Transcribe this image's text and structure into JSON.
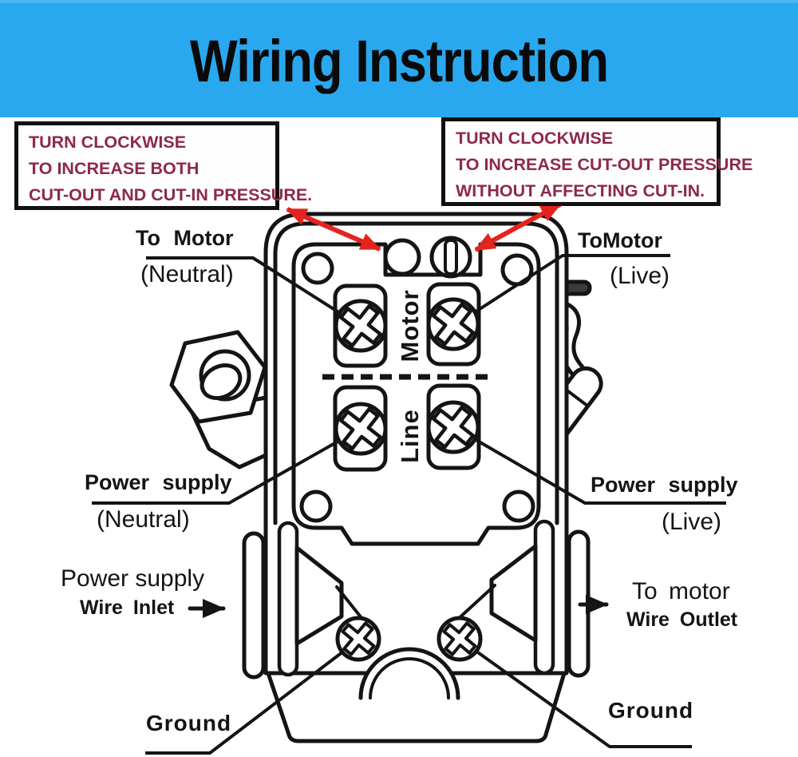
{
  "header": {
    "title": "Wiring Instruction",
    "bg_color": "#29a8ef",
    "text_color": "#0a0a0a"
  },
  "notes": {
    "text_color": "#8e2947",
    "left": {
      "lines": [
        "TURN CLOCKWISE",
        "TO INCREASE BOTH",
        "CUT-OUT AND CUT-IN PRESSURE."
      ]
    },
    "right": {
      "lines": [
        "TURN CLOCKWISE",
        "TO INCREASE CUT-OUT PRESSURE",
        "WITHOUT AFFECTING CUT-IN."
      ]
    }
  },
  "diagram": {
    "colors": {
      "line": "#141414",
      "arrow_red": "#e5231e"
    },
    "sections": {
      "top": "Motor",
      "bottom": "Line"
    },
    "labels": {
      "to_motor": {
        "title": "To Motor",
        "sub": "(Neutral)"
      },
      "to_motor_live": {
        "title": "ToMotor",
        "sub": "(Live)"
      },
      "ps_neutral": {
        "title": "Power supply",
        "sub": "(Neutral)"
      },
      "ps_live": {
        "title": "Power supply",
        "sub": "(Live)"
      },
      "inlet": {
        "line1": "Power supply",
        "line2": "Wire Inlet"
      },
      "outlet": {
        "line1": "To motor",
        "line2": "Wire Outlet"
      },
      "ground_left": "Ground",
      "ground_right": "Ground"
    }
  }
}
